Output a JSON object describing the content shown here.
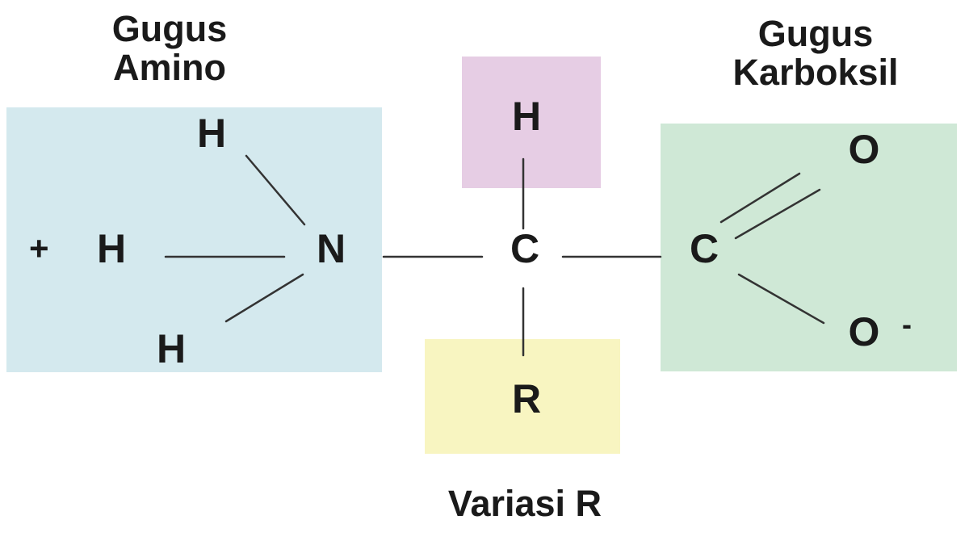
{
  "labels": {
    "amino": [
      "Gugus",
      "Amino"
    ],
    "carboxyl": [
      "Gugus",
      "Karboksil"
    ],
    "r_group": "Variasi R"
  },
  "atoms": {
    "amine_h_top": "H",
    "amine_h_left": "H",
    "amine_h_bottom": "H",
    "amine_n": "N",
    "alpha_c": "C",
    "alpha_h": "H",
    "side_chain_r": "R",
    "carboxyl_c": "C",
    "carbonyl_o": "O",
    "hydroxyl_o": "O"
  },
  "charges": {
    "positive": "+",
    "negative": "-"
  },
  "colors": {
    "amino_region": "#d4e9ee",
    "hydrogen_region": "#e6cde4",
    "r_group_region": "#f8f5c1",
    "carboxyl_region": "#cfe8d6"
  }
}
